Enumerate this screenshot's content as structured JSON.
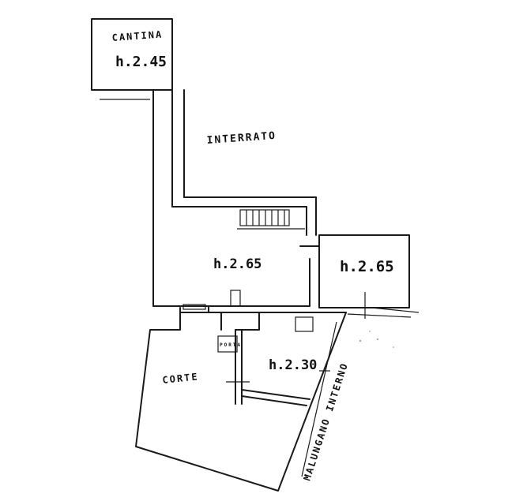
{
  "rooms": {
    "cantina": {
      "name": "CANTINA",
      "height": "h.2.45"
    },
    "interrato": {
      "name": "INTERRATO"
    },
    "room_left": {
      "height": "h.2.65"
    },
    "room_right": {
      "height": "h.2.65"
    },
    "corte": {
      "name": "CORTE"
    },
    "room_center": {
      "height": "h.2.30"
    },
    "porta": {
      "name": "PORTA"
    },
    "passage": {
      "name": "MALUNGANO INTERNO"
    }
  }
}
